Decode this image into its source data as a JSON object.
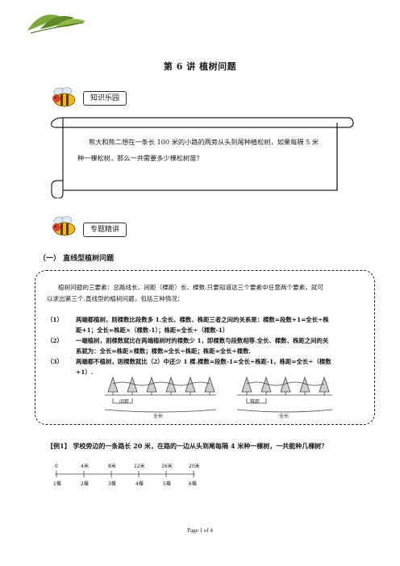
{
  "page": {
    "title": "第 6 讲    植树问题",
    "footer": "Page 1 of 4"
  },
  "section1": {
    "label": "知识乐园"
  },
  "scroll": {
    "line1": "熊大和熊二想在一条长 100 米的小路的两旁从头到尾种植松树，如果每隔 5 米",
    "line2": "种一棵松树，那么一共需要多少棵松树苗？"
  },
  "section2": {
    "label": "专题精讲"
  },
  "subsection": {
    "heading": "（一）  直线型植树问题"
  },
  "summary": {
    "line1": "植树问题的三要素：总路线长、间距（棵距）长、棵数.只要知道这三个要素中任意两个要素，就可",
    "line2": "以求出第三个.直线型的植树问题，包括三种情况：",
    "items": [
      {
        "num": "（1）",
        "line1": "两端都植树，则棵数比段数多 1.全长、棵数、株距三者之间的关系是：棵数=段数+1=全长÷株",
        "line2": "距+1；全长=株距×（棵数-1）；株距=全长÷（棵数-1）"
      },
      {
        "num": "（2）",
        "line1": "一端植树，则棵数就比在两端植树时的棵数少 1，即棵数与段数相等.全长、棵数、株距之间的关",
        "line2": "系就为：全长=株距×棵数；棵数=全长÷株距；株距=全长÷棵数."
      },
      {
        "num": "（3）",
        "line1": "两端都不植树，则棵数就比（2）中还少 1 棵.棵数=段数-1=全长÷株距-1，株距=全长÷（棵数",
        "line2": "+1）."
      }
    ],
    "fig_labels": {
      "left_spacing": "间距",
      "left_total": "全长",
      "right_spacing": "株距",
      "right_total": "全长"
    }
  },
  "example": {
    "text": "【例1】  学校旁边的一条路长 20 米，在路的一边从头到尾每隔 4 米种一棵树，一共能种几棵树？",
    "top_labels": [
      "0",
      "4米",
      "8米",
      "12米",
      "16米",
      "20米"
    ],
    "bottom_labels": [
      "1棵",
      "2棵",
      "3棵",
      "4棵",
      "5棵",
      "6棵"
    ]
  },
  "colors": {
    "leaf": "#6b8f2a",
    "leaf_dark": "#3f5e1a",
    "bee_yellow": "#f2b51c",
    "bee_red": "#d8402a"
  }
}
